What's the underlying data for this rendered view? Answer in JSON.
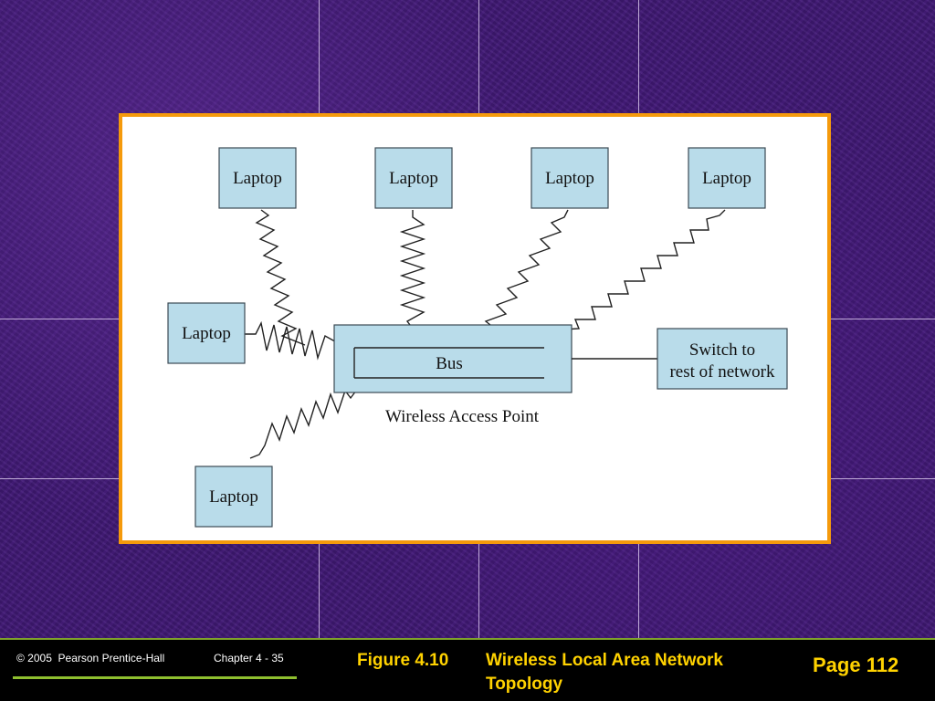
{
  "diagram": {
    "laptops": [
      {
        "id": "laptop-top-1",
        "label": "Laptop"
      },
      {
        "id": "laptop-top-2",
        "label": "Laptop"
      },
      {
        "id": "laptop-top-3",
        "label": "Laptop"
      },
      {
        "id": "laptop-top-4",
        "label": "Laptop"
      },
      {
        "id": "laptop-left",
        "label": "Laptop"
      },
      {
        "id": "laptop-bottom",
        "label": "Laptop"
      }
    ],
    "bus_label": "Bus",
    "access_point_label": "Wireless Access Point",
    "switch_label_line1": "Switch to",
    "switch_label_line2": "rest of network"
  },
  "footer": {
    "copyright": "© 2005  Pearson Prentice-Hall",
    "chapter": "Chapter 4 - 35",
    "figure_number": "Figure 4.10",
    "figure_title": "Wireless Local Area Network Topology",
    "page": "Page 112"
  },
  "colors": {
    "frame_border": "#f59a0c",
    "node_fill": "#b9dcea",
    "caption_text": "#ffd200",
    "footer_rule": "#8fbf2f",
    "background": "#3e1872"
  }
}
